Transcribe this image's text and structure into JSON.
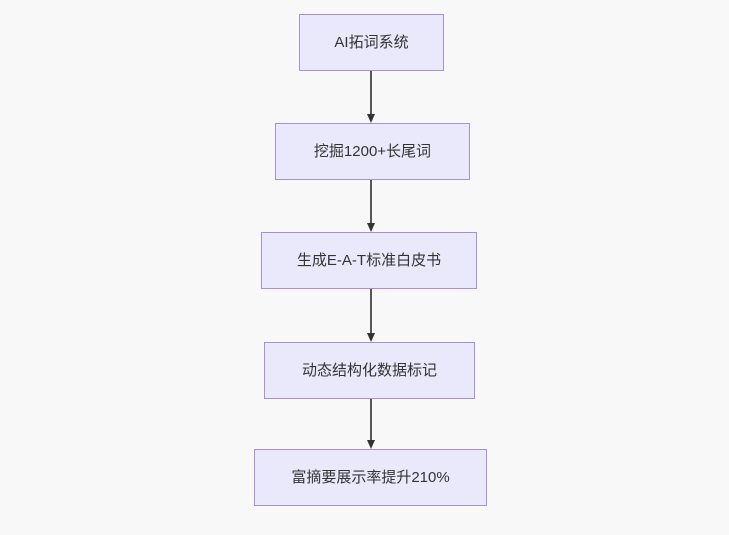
{
  "diagram": {
    "type": "flowchart",
    "direction": "top-down",
    "nodes": [
      {
        "id": "n1",
        "label": "AI拓词系统"
      },
      {
        "id": "n2",
        "label": "挖掘1200+长尾词"
      },
      {
        "id": "n3",
        "label": "生成E-A-T标准白皮书"
      },
      {
        "id": "n4",
        "label": "动态结构化数据标记"
      },
      {
        "id": "n5",
        "label": "富摘要展示率提升210%"
      }
    ],
    "edges": [
      {
        "from": "n1",
        "to": "n2"
      },
      {
        "from": "n2",
        "to": "n3"
      },
      {
        "from": "n3",
        "to": "n4"
      },
      {
        "from": "n4",
        "to": "n5"
      }
    ],
    "colors": {
      "background": "#f8f8f8",
      "node_fill": "#e9e9fb",
      "node_border": "#a88fd8",
      "text": "#333333",
      "edge_line": "#575757",
      "edge_head": "#333333"
    }
  }
}
